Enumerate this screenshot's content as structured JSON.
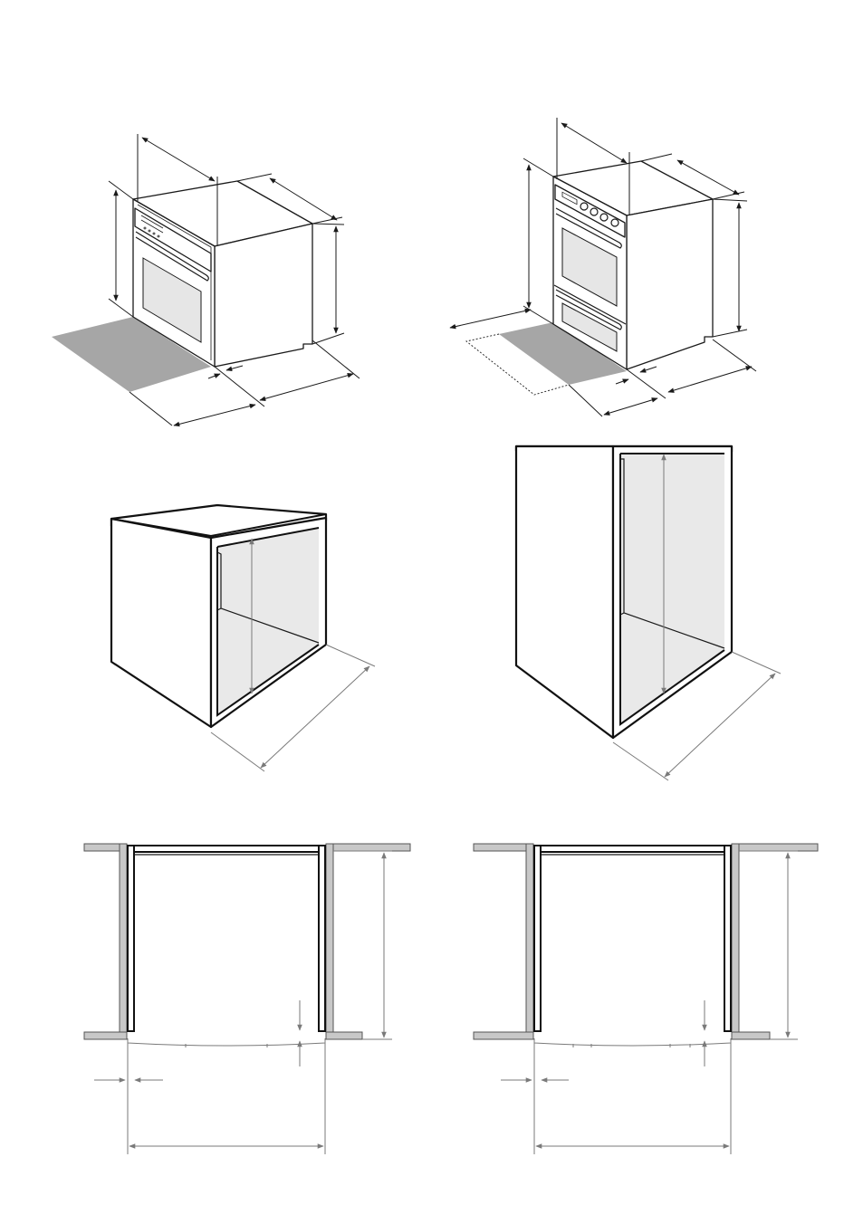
{
  "colors": {
    "line": "#1a1a1a",
    "shadow": "#a6a6a6",
    "cavity": "#e9e9e9",
    "wall": "#c8c8c8",
    "dimension_grey": "#7a7a7a"
  },
  "figures": [
    {
      "id": "single-oven-iso"
    },
    {
      "id": "double-oven-iso"
    },
    {
      "id": "single-cabinet-iso"
    },
    {
      "id": "tall-cabinet-iso"
    },
    {
      "id": "single-cutout-plan"
    },
    {
      "id": "double-cutout-plan"
    }
  ]
}
